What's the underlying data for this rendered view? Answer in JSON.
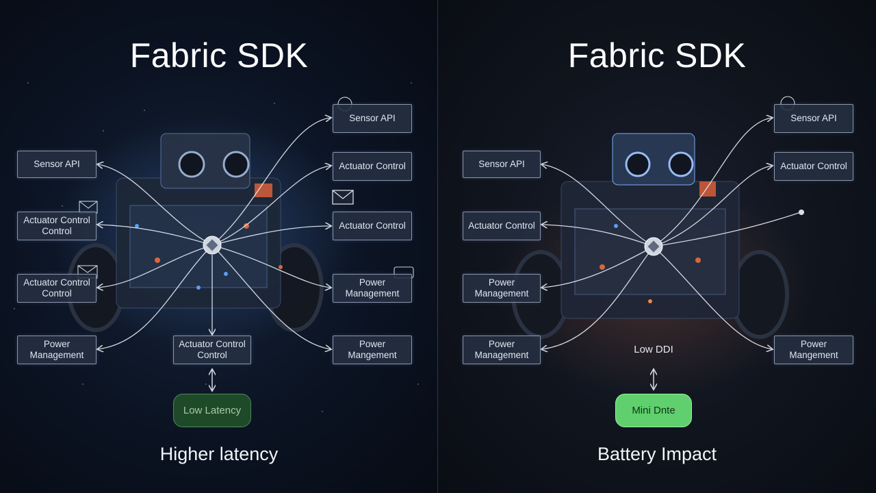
{
  "left": {
    "title": "Fabric SDK",
    "caption": "Higher latency",
    "nodes": {
      "sensor_api_left": "Sensor API",
      "actuator_control_control_1": "Actuator Control Control",
      "actuator_control_control_2": "Actuator Control Control",
      "power_management_left": "Power Management",
      "sensor_api_right": "Sensor API",
      "actuator_control_right": "Actuator Control",
      "actuator_control_right_2": "Actuator Control",
      "power_management_right": "Power Management",
      "power_mangement_right": "Power Mangement",
      "actuator_control_control_bottom": "Actuator Control Control"
    },
    "badge": "Low Latency"
  },
  "right": {
    "title": "Fabric SDK",
    "caption": "Battery Impact",
    "nodes": {
      "sensor_api_left": "Sensor API",
      "actuator_control_left": "Actuator Control",
      "power_management_left_1": "Power Management",
      "power_management_left_2": "Power Management",
      "sensor_api_right": "Sensor API",
      "actuator_control_right": "Actuator Control",
      "power_mangement_right": "Power Mangement"
    },
    "low_label": "Low DDI",
    "badge": "Mini Dnte"
  }
}
